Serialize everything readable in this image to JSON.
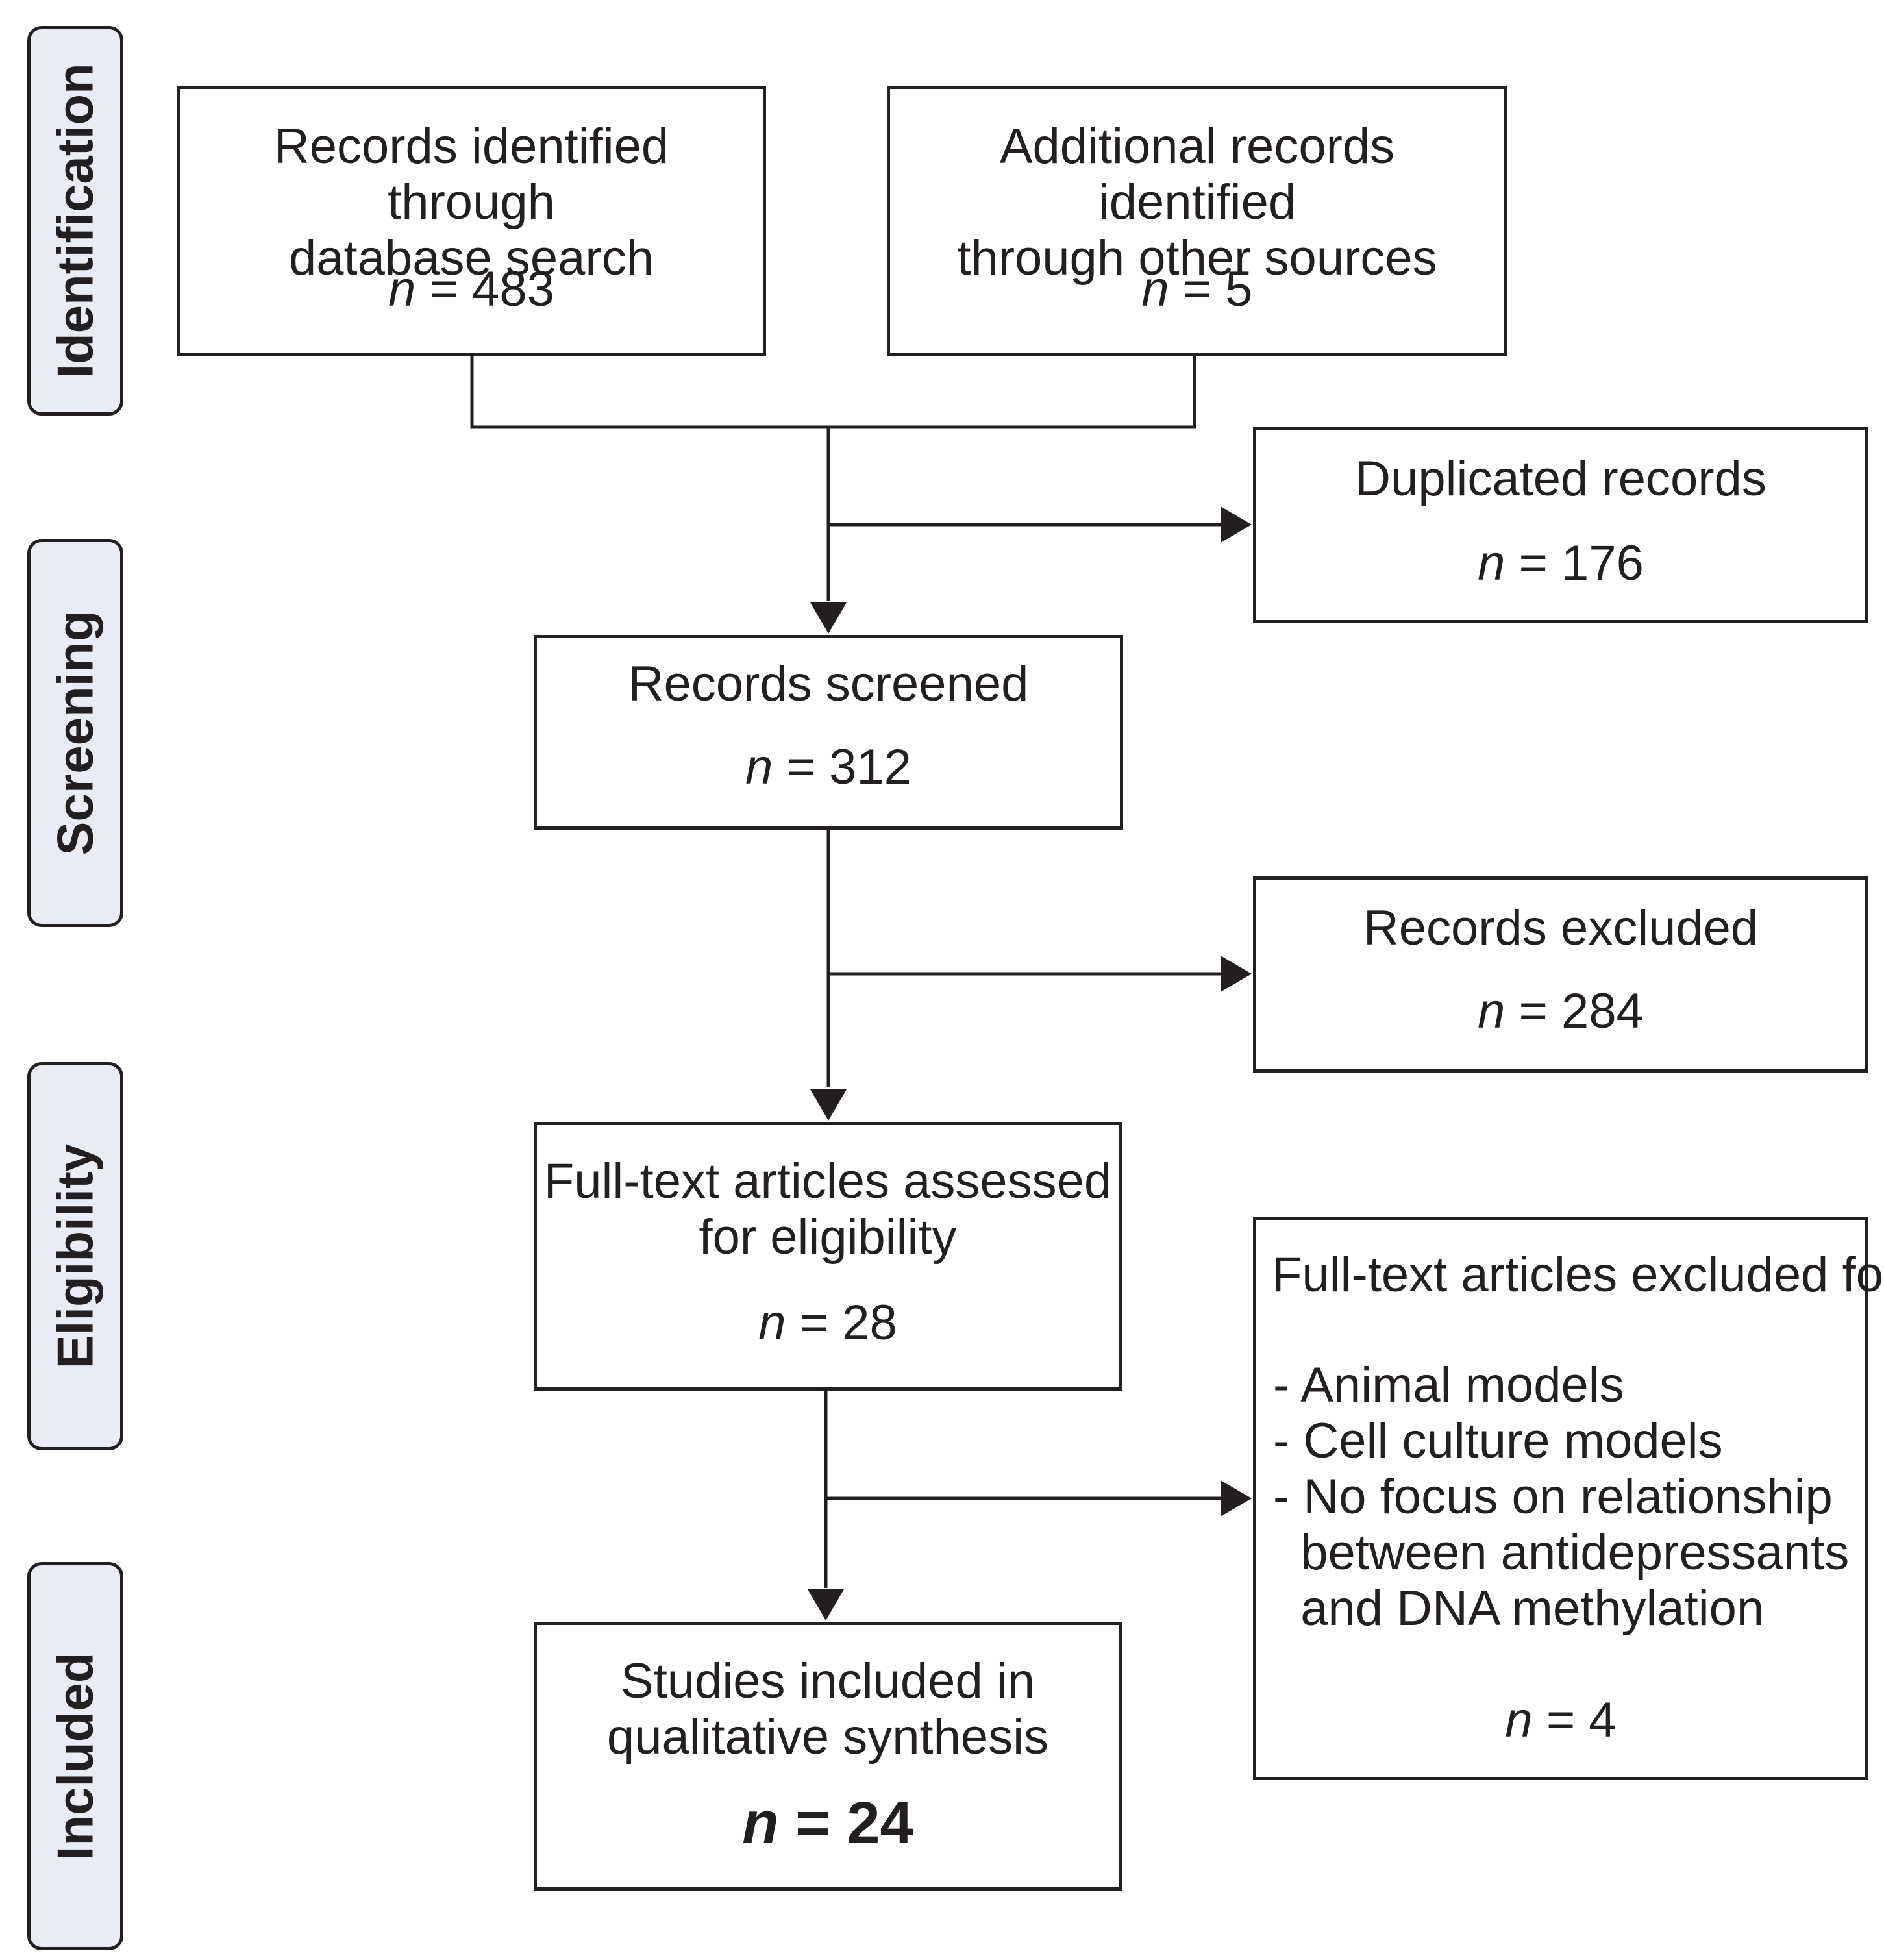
{
  "stages": [
    "Identification",
    "Screening",
    "Eligibility",
    "Included"
  ],
  "boxes": {
    "database": {
      "text": "Records identified through\ndatabase search",
      "n_label": "n",
      "n_value": "= 483"
    },
    "other": {
      "text": "Additional records identified\nthrough other sources",
      "n_label": "n",
      "n_value": "= 5"
    },
    "duplicates": {
      "text": "Duplicated records",
      "n_label": "n",
      "n_value": "= 176"
    },
    "screened": {
      "text": "Records screened",
      "n_label": "n",
      "n_value": "= 312"
    },
    "excluded": {
      "text": "Records excluded",
      "n_label": "n",
      "n_value": "= 284"
    },
    "fulltext": {
      "text": "Full-text articles assessed\nfor eligibility",
      "n_label": "n",
      "n_value": "= 28"
    },
    "fulltext_excluded": {
      "text": "Full-text articles excluded for:",
      "reasons": [
        "- Animal models",
        "- Cell culture models",
        "- No focus on relationship",
        "  between antidepressants",
        "  and DNA methylation"
      ],
      "n_label": "n",
      "n_value": "= 4"
    },
    "included": {
      "text": "Studies included in\nqualitative synthesis",
      "n_label": "n",
      "n_value": "= 24"
    }
  }
}
